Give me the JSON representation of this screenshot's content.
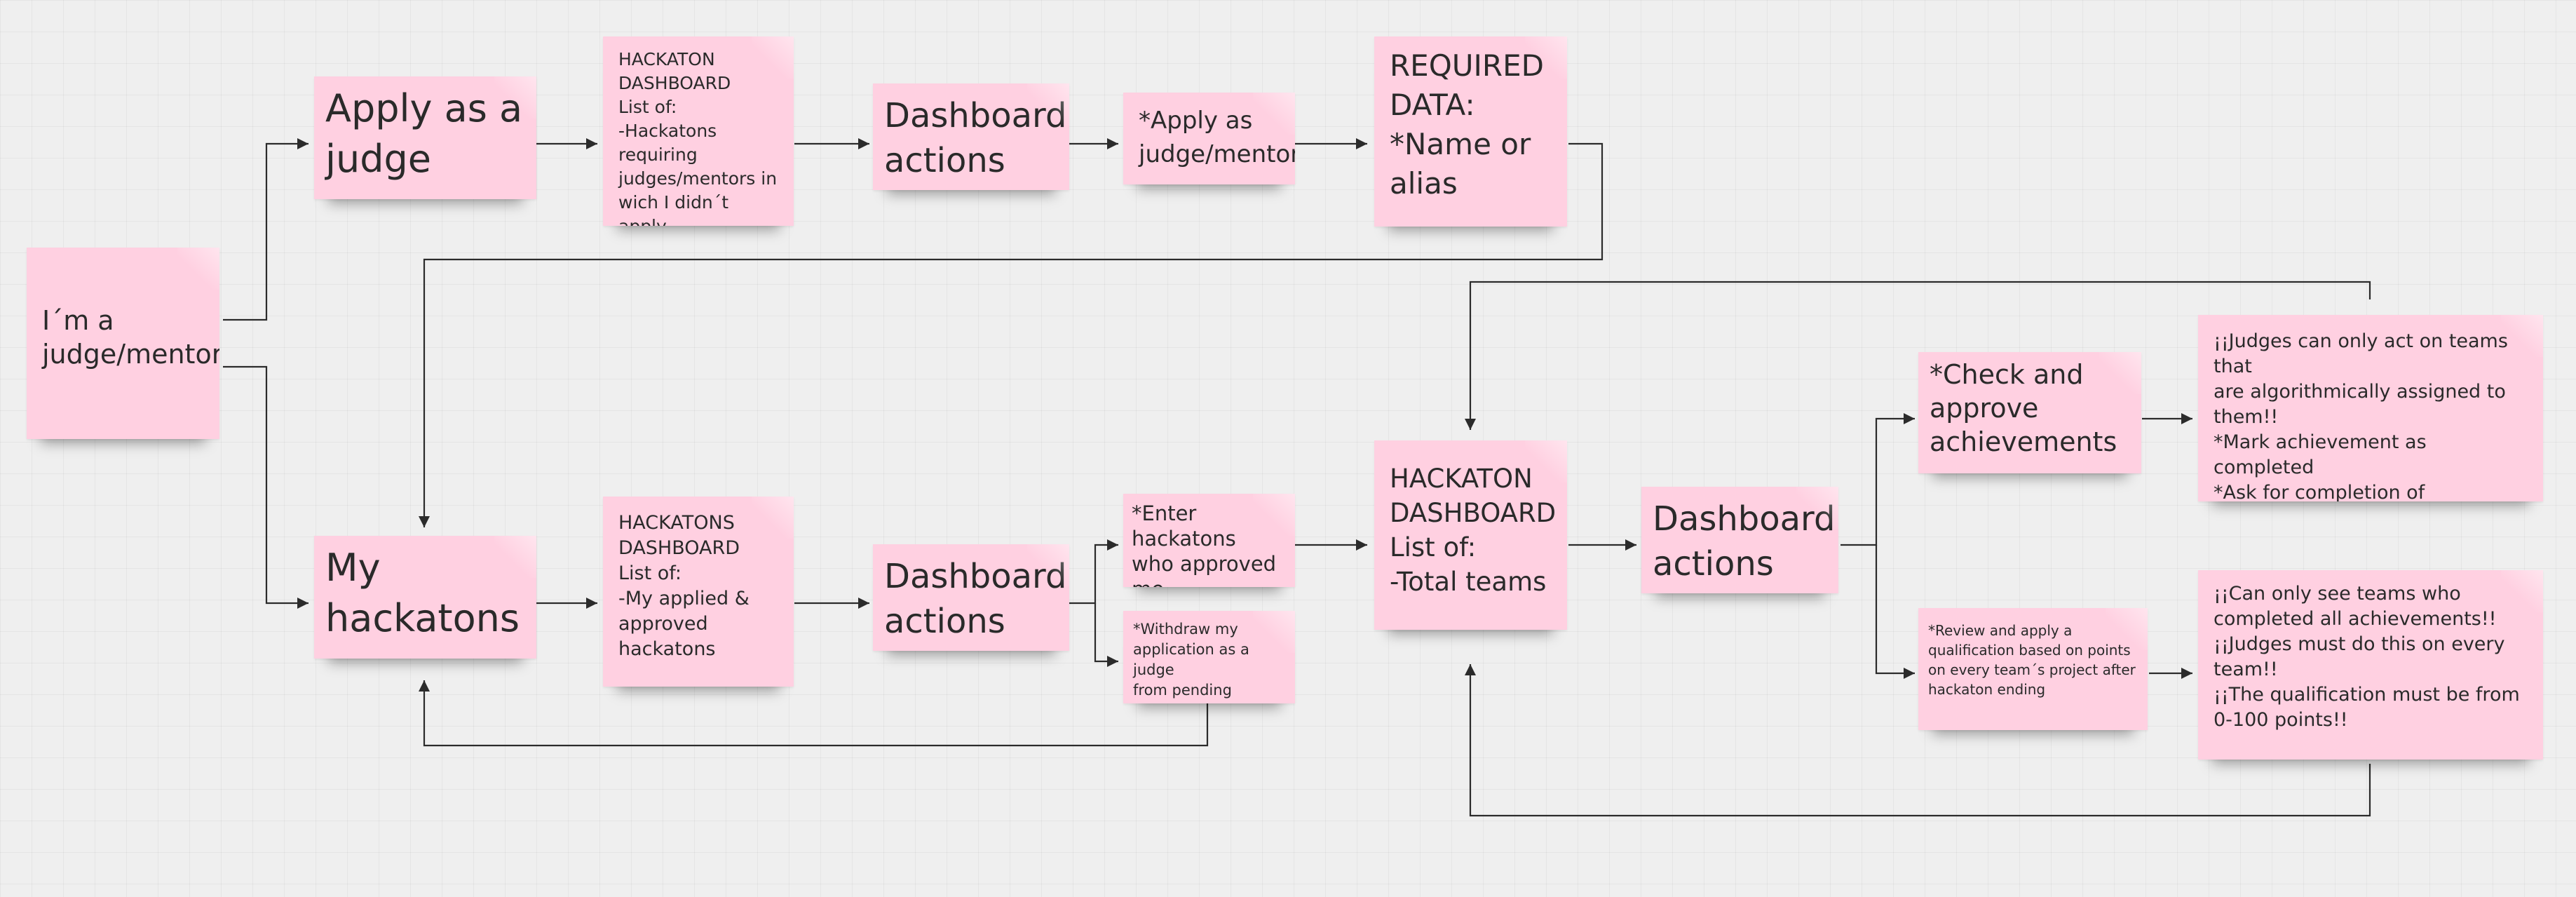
{
  "colors": {
    "note_fill": "#ffd0e1",
    "connector": "#2b2b2b",
    "canvas": "#efefef"
  },
  "notes": {
    "start": "I´m a\njudge/mentor",
    "apply_judge": "Apply as a\njudge",
    "hackaton_dashboard_top": "HACKATON\nDASHBOARD\nList of:\n-Hackatons\nrequiring\njudges/mentors in\nwich I didn´t apply",
    "dashboard_actions_top": "Dashboard\nactions",
    "apply_as_mentor": "*Apply as\njudge/mentor",
    "required_data": "REQUIRED\nDATA:\n*Name or\nalias",
    "my_hackatons": "My\nhackatons",
    "hackatons_dashboard_bottom": "HACKATONS\nDASHBOARD\nList of:\n-My applied &\napproved\nhackatons",
    "dashboard_actions_bottom": "Dashboard\nactions",
    "enter_hackatons": "*Enter hackatons\nwho approved me\nas judge/mentor",
    "withdraw_application": "*Withdraw my\napplication as a judge\nfrom pending\napprovals",
    "hackaton_dashboard_center": "HACKATON\nDASHBOARD\nList of:\n-Total teams",
    "dashboard_actions_center": "Dashboard\nactions",
    "check_approve": "*Check and\napprove\nachievements",
    "judges_rules": "¡¡Judges can only act on teams that\nare algorithmically assigned to\nthem!!\n*Mark achievement as completed\n*Ask for completion of\nunsatisfactory achievement",
    "review_qualification": "*Review and apply a\nqualification based on points\non every team´s project after\nhackaton ending",
    "qualification_rules": "¡¡Can only see teams who\ncompleted all achievements!!\n¡¡Judges must do this on every\nteam!!\n¡¡The qualification must be from\n0-100 points!!"
  }
}
